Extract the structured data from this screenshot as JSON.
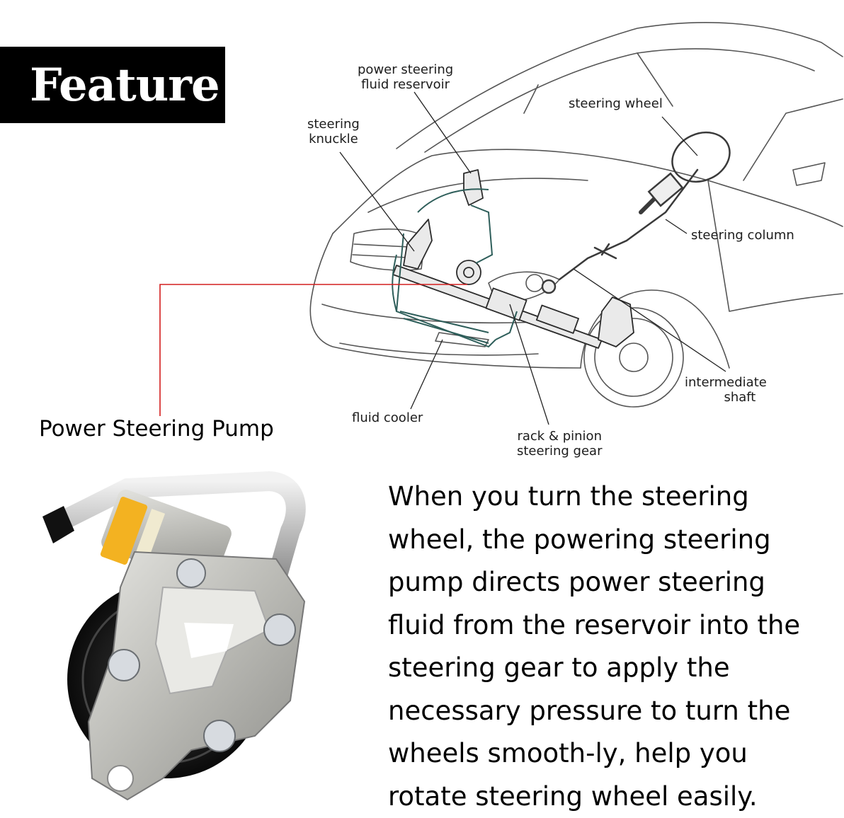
{
  "badge": {
    "title": "Feature"
  },
  "labels": {
    "reservoir_l1": "power steering",
    "reservoir_l2": "fluid reservoir",
    "knuckle_l1": "steering",
    "knuckle_l2": "knuckle",
    "wheel": "steering wheel",
    "column": "steering column",
    "intermediate_l1": "intermediate",
    "intermediate_l2": "shaft",
    "cooler": "fluid cooler",
    "rack_l1": "rack & pinion",
    "rack_l2": "steering gear"
  },
  "pump": {
    "title": "Power Steering Pump"
  },
  "description": [
    "When you turn the steering",
    "wheel, the powering steering",
    "pump directs power steering",
    "fluid from the reservoir into the",
    "steering gear to apply the",
    "necessary pressure to turn the",
    "wheels smooth-ly, help you",
    "rotate steering wheel easily."
  ],
  "colors": {
    "pointer": "#d41e1e",
    "badge_bg": "#000000",
    "hose": "#2e5e5a"
  }
}
